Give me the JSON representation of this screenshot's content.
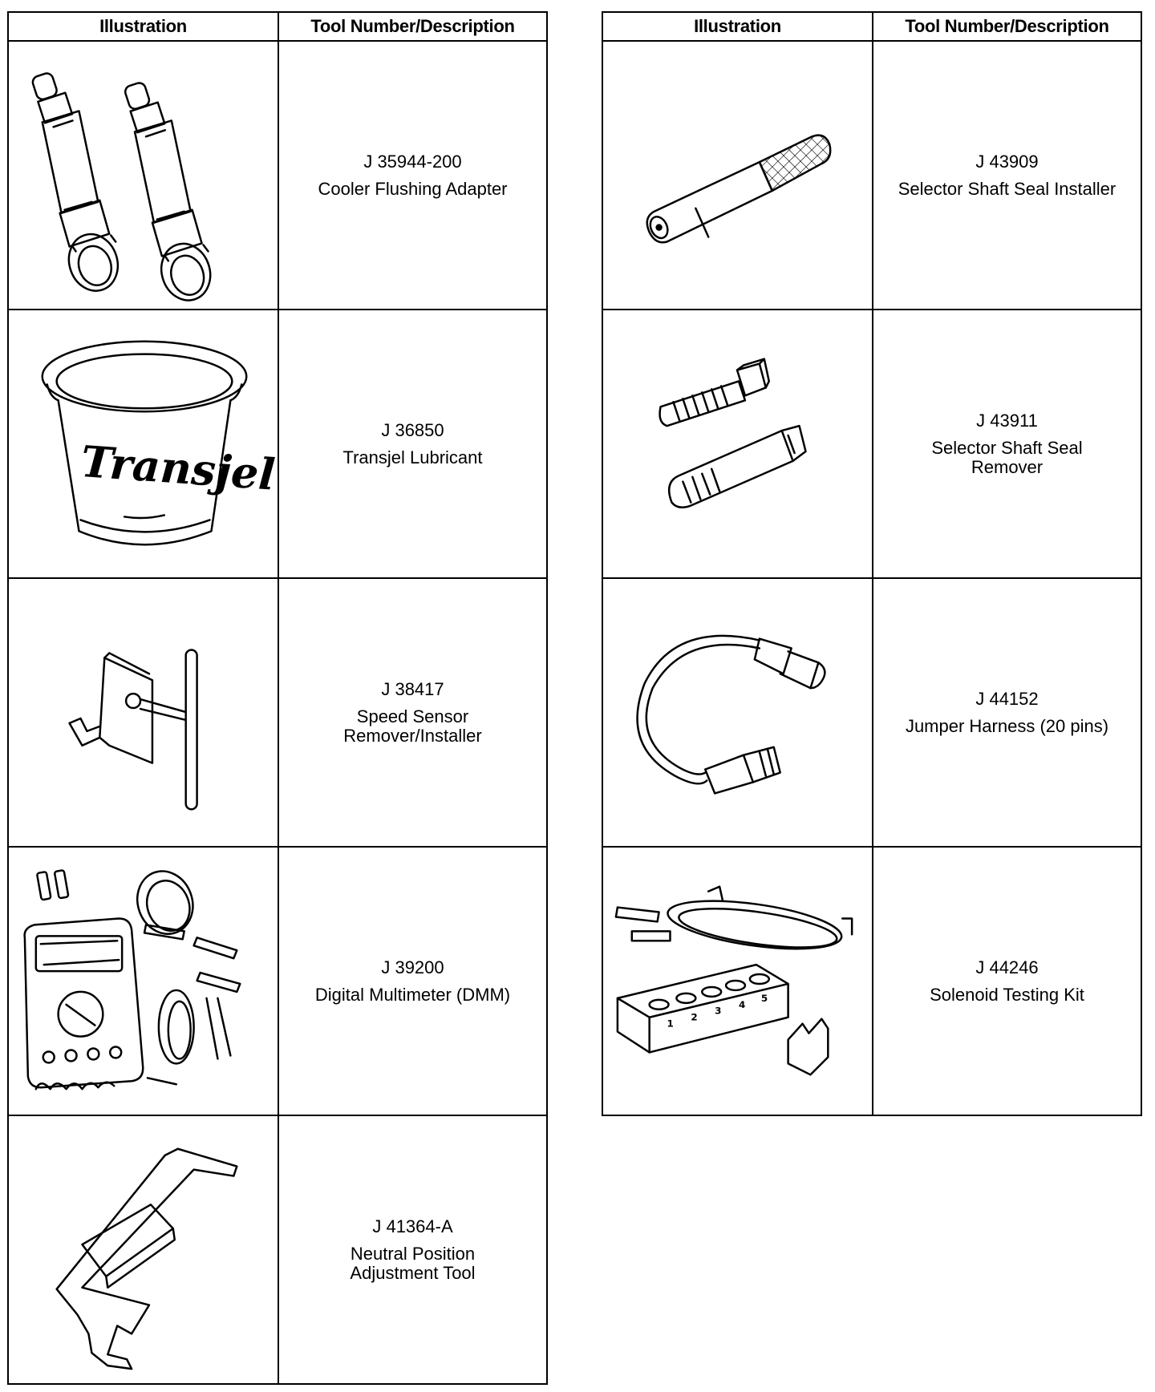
{
  "headers": {
    "illustration": "Illustration",
    "tool": "Tool Number/Description"
  },
  "left_tools": [
    {
      "number": "J 35944-200",
      "description": "Cooler Flushing Adapter",
      "icon": "cooler-flushing-adapter-icon"
    },
    {
      "number": "J 36850",
      "description": "Transjel Lubricant",
      "icon": "transjel-lubricant-icon",
      "label_art": "Transjel"
    },
    {
      "number": "J 38417",
      "description": "Speed Sensor\nRemover/Installer",
      "icon": "speed-sensor-tool-icon"
    },
    {
      "number": "J 39200",
      "description": "Digital Multimeter (DMM)",
      "icon": "digital-multimeter-icon"
    },
    {
      "number": "J 41364-A",
      "description": "Neutral Position\nAdjustment Tool",
      "icon": "neutral-position-tool-icon"
    }
  ],
  "right_tools": [
    {
      "number": "J 43909",
      "description": "Selector Shaft Seal Installer",
      "icon": "seal-installer-icon"
    },
    {
      "number": "J 43911",
      "description": "Selector Shaft Seal\nRemover",
      "icon": "seal-remover-icon"
    },
    {
      "number": "J 44152",
      "description": "Jumper Harness (20 pins)",
      "icon": "jumper-harness-icon"
    },
    {
      "number": "J 44246",
      "description": "Solenoid Testing Kit",
      "icon": "solenoid-testing-kit-icon",
      "block_numbers": [
        "1",
        "2",
        "3",
        "4",
        "5"
      ]
    }
  ]
}
